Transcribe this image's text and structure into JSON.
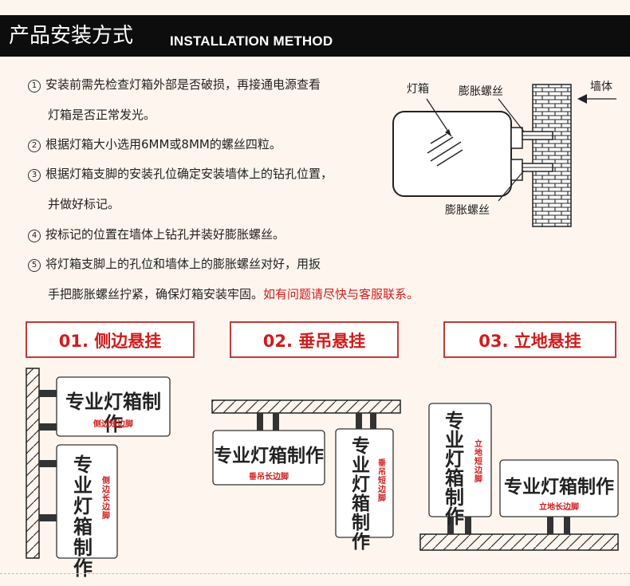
{
  "header": {
    "title_cn": "产品安装方式",
    "title_en": "INSTALLATION METHOD"
  },
  "steps": [
    {
      "num": "1",
      "line1": "安装前需先检查灯箱外部是否破损，再接通电源查看",
      "line2": "灯箱是否正常发光。"
    },
    {
      "num": "2",
      "line1": "根据灯箱大小选用6MM或8MM的螺丝四粒。"
    },
    {
      "num": "3",
      "line1": "根据灯箱支脚的安装孔位确定安装墙体上的钻孔位置，",
      "line2": "并做好标记。"
    },
    {
      "num": "4",
      "line1": "按标记的位置在墙体上钻孔并装好膨胀螺丝。"
    },
    {
      "num": "5",
      "line1": "将灯箱支脚上的孔位和墙体上的膨胀螺丝对好，用扳",
      "line2": "手把膨胀螺丝拧紧，确保灯箱安装牢固。",
      "note": "如有问题请尽快与客服联系。"
    }
  ],
  "install_diagram": {
    "lightbox": "灯箱",
    "screw_top": "膨胀螺丝",
    "screw_bottom": "膨胀螺丝",
    "wall": "墙体"
  },
  "methods": [
    {
      "label": "01. 侧边悬挂"
    },
    {
      "label": "02. 垂吊悬挂"
    },
    {
      "label": "03. 立地悬挂"
    }
  ],
  "signs": {
    "brand": "专业灯箱制作",
    "side_short": "侧边短边脚",
    "side_long": "侧边长边脚",
    "hang_long": "垂吊长边脚",
    "hang_short": "垂吊短边脚",
    "stand_short": "立地短边脚",
    "stand_long": "立地长边脚"
  }
}
